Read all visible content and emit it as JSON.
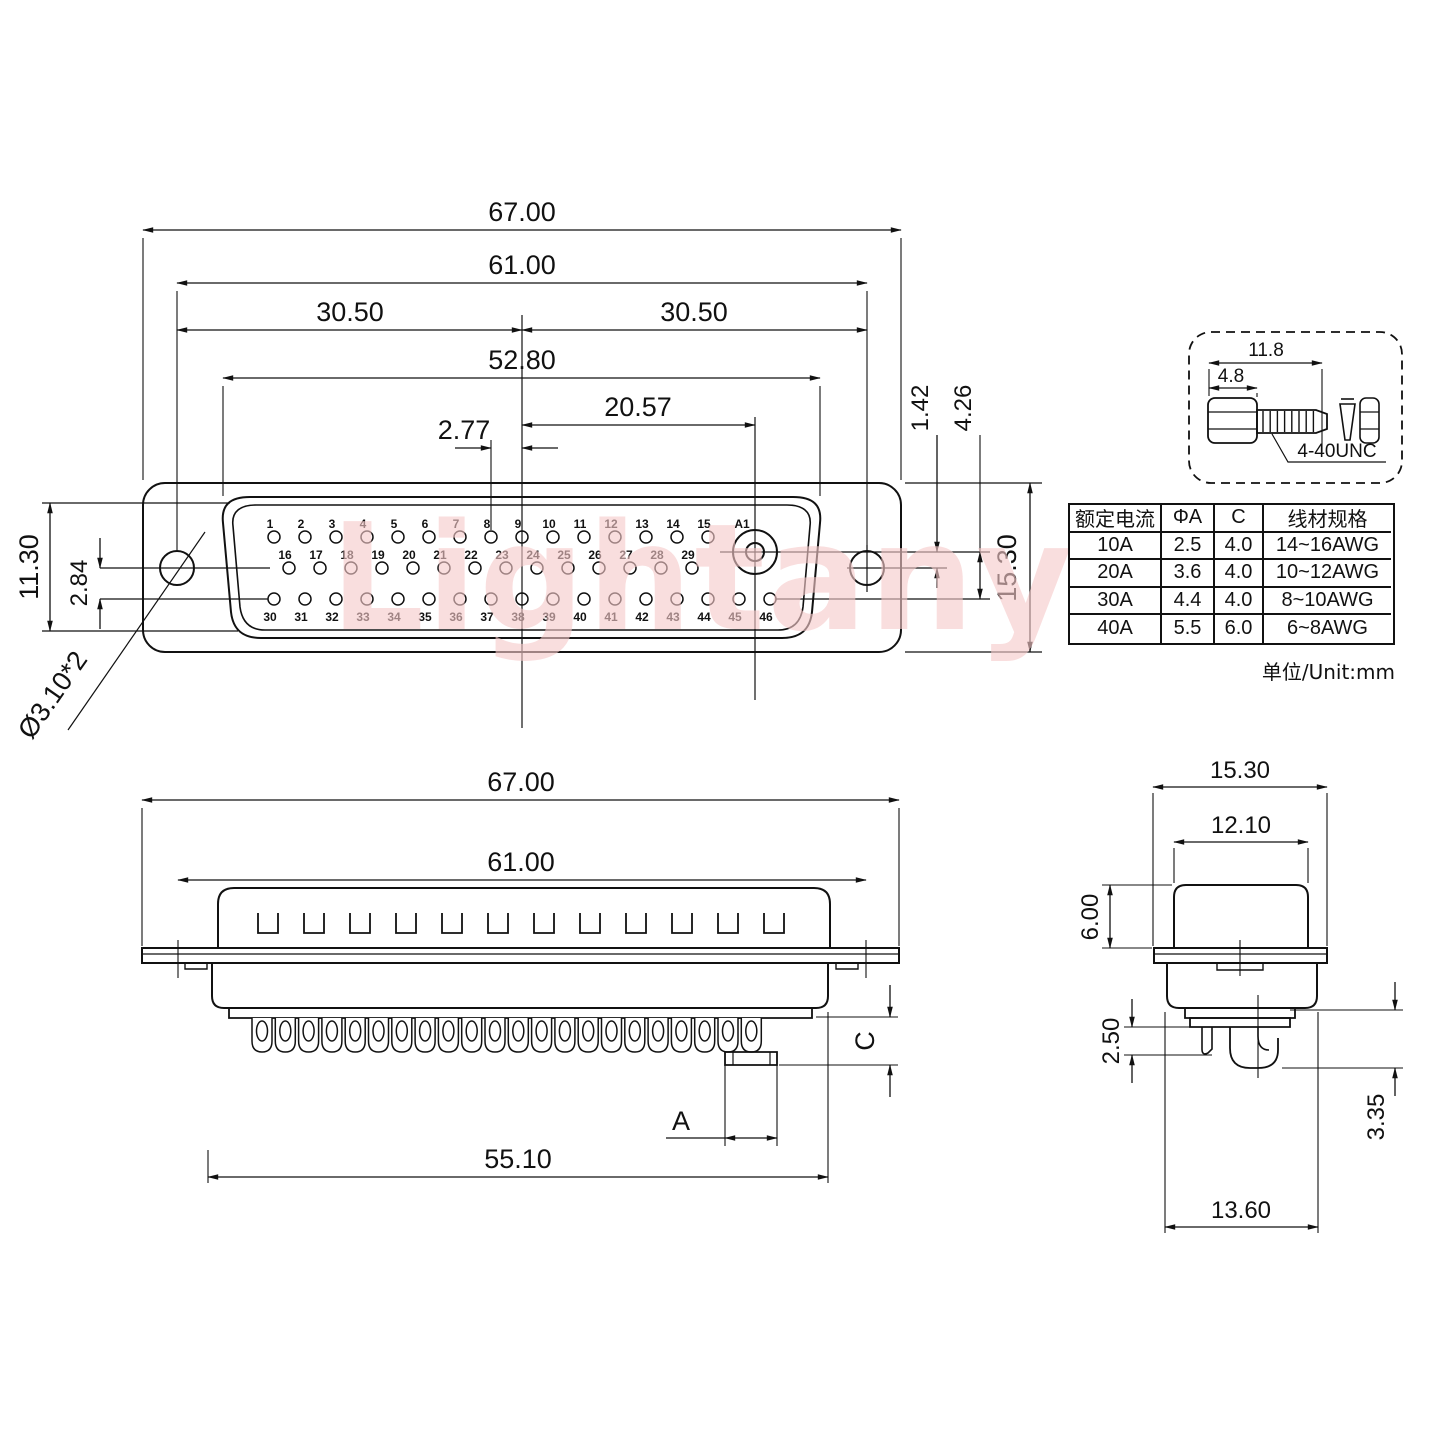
{
  "watermark": "Lightany",
  "front_view": {
    "dims": {
      "d67": "67.00",
      "d61": "61.00",
      "d305l": "30.50",
      "d305r": "30.50",
      "d528": "52.80",
      "d2057": "20.57",
      "d277": "2.77",
      "d142": "1.42",
      "d426": "4.26",
      "d153": "15.30",
      "d113": "11.30",
      "d284": "2.84",
      "dia": "Ø3.10*2"
    },
    "pin_rows": [
      {
        "labels": [
          "1",
          "2",
          "3",
          "4",
          "5",
          "6",
          "7",
          "8",
          "9",
          "10",
          "11",
          "12",
          "13",
          "14",
          "15",
          "A1"
        ]
      },
      {
        "labels": [
          "16",
          "17",
          "18",
          "19",
          "20",
          "21",
          "22",
          "23",
          "24",
          "25",
          "26",
          "27",
          "28",
          "29"
        ]
      },
      {
        "labels": [
          "30",
          "31",
          "32",
          "33",
          "34",
          "35",
          "36",
          "37",
          "38",
          "39",
          "40",
          "41",
          "42",
          "43",
          "44",
          "45",
          "46"
        ]
      }
    ]
  },
  "side_view": {
    "dims": {
      "d67": "67.00",
      "d61": "61.00",
      "d551": "55.10",
      "a": "A",
      "c": "C"
    }
  },
  "profile_view": {
    "dims": {
      "d153": "15.30",
      "d121": "12.10",
      "d6": "6.00",
      "d25": "2.50",
      "d335": "3.35",
      "d136": "13.60"
    }
  },
  "screw_detail": {
    "dims": {
      "d118": "11.8",
      "d48": "4.8"
    },
    "thread_label": "4-40UNC"
  },
  "spec_table": {
    "headers": [
      "额定电流",
      "ΦA",
      "C",
      "线材规格"
    ],
    "rows": [
      [
        "10A",
        "2.5",
        "4.0",
        "14~16AWG"
      ],
      [
        "20A",
        "3.6",
        "4.0",
        "10~12AWG"
      ],
      [
        "30A",
        "4.4",
        "4.0",
        "8~10AWG"
      ],
      [
        "40A",
        "5.5",
        "6.0",
        "6~8AWG"
      ]
    ],
    "unit_note": "单位/Unit:mm"
  }
}
